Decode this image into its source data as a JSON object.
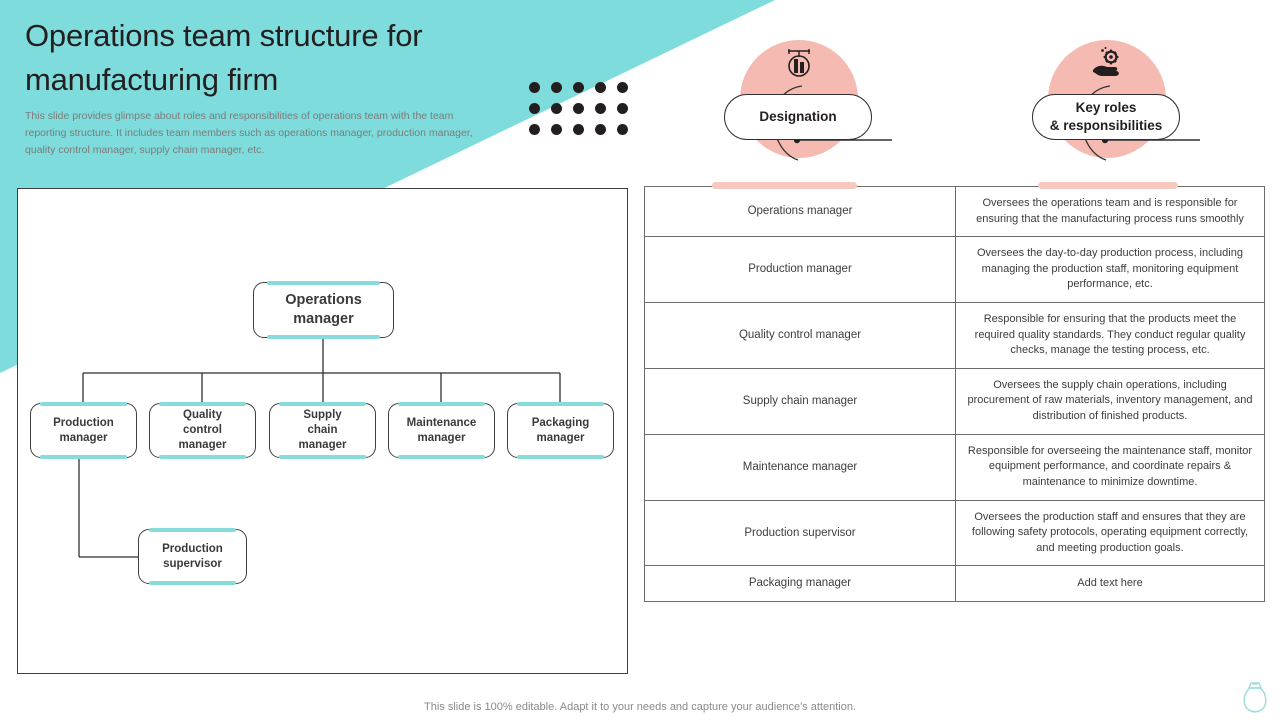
{
  "slide": {
    "title": "Operations team structure for manufacturing firm",
    "subtitle": "This slide provides glimpse about roles and responsibilities of operations team with the team reporting structure. It includes team members such as operations manager, production manager, quality control manager, supply chain manager, etc.",
    "footer_note": "This slide is 100% editable. Adapt it to your needs and capture your audience's attention.",
    "logo_icon": "money-bag-icon"
  },
  "colors": {
    "banner_teal": "#7fdcdc",
    "node_accent_teal": "#86dcda",
    "circle_pink": "#f5bbb2",
    "bar_pink": "#f7c8c0",
    "text_dark": "#231f20",
    "text_muted": "#7b7b7b",
    "border_gray": "#6d6d6d"
  },
  "decor": {
    "dot_grid": {
      "columns": 5,
      "rows": 3,
      "color": "#231f20"
    }
  },
  "bubbles": [
    {
      "label": "Designation",
      "icon": "measuring-scale-icon"
    },
    {
      "label": "Key roles\n& responsibilities",
      "line1": "Key roles",
      "line2": "& responsibilities",
      "icon": "hand-gear-icon"
    }
  ],
  "org_chart": {
    "root": {
      "line1": "Operations",
      "line2": "manager"
    },
    "level2": [
      {
        "line1": "Production",
        "line2": "manager",
        "line3": ""
      },
      {
        "line1": "Quality",
        "line2": "control",
        "line3": "manager"
      },
      {
        "line1": "Supply",
        "line2": "chain",
        "line3": "manager"
      },
      {
        "line1": "Maintenance",
        "line2": "manager",
        "line3": ""
      },
      {
        "line1": "Packaging",
        "line2": "manager",
        "line3": ""
      }
    ],
    "level3": [
      {
        "line1": "Production",
        "line2": "supervisor",
        "parent": "Production manager"
      }
    ]
  },
  "table": {
    "rows": [
      {
        "role": "Operations manager",
        "description": "Oversees the operations team and is responsible for ensuring that the manufacturing process runs smoothly"
      },
      {
        "role": "Production manager",
        "description": "Oversees the day-to-day production process, including managing the production staff, monitoring equipment performance, etc."
      },
      {
        "role": "Quality control manager",
        "description": "Responsible for ensuring that the products meet the required quality standards. They conduct regular quality checks, manage the testing process, etc."
      },
      {
        "role": "Supply chain manager",
        "description": "Oversees the supply chain operations, including procurement of raw materials, inventory management, and distribution of finished products."
      },
      {
        "role": "Maintenance manager",
        "description": "Responsible for overseeing the maintenance staff, monitor equipment performance, and coordinate repairs & maintenance to minimize downtime."
      },
      {
        "role": "Production supervisor",
        "description": "Oversees the production staff and ensures that they are following safety protocols, operating equipment correctly, and meeting production goals."
      },
      {
        "role": "Packaging manager",
        "description": "Add text here"
      }
    ]
  }
}
